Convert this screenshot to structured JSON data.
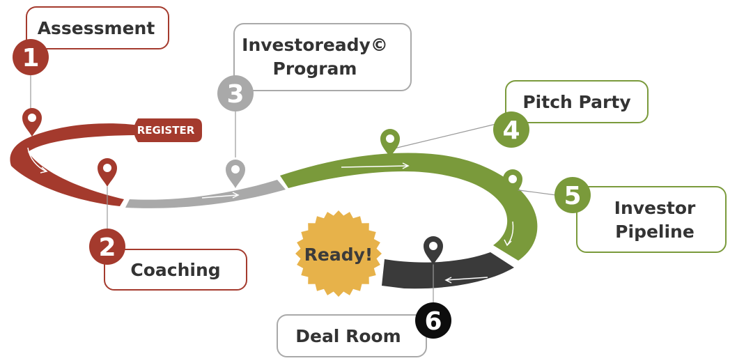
{
  "colors": {
    "red": "#a43a2d",
    "gray": "#a9a9a9",
    "green": "#7a9a3b",
    "dark": "#3a3a3a",
    "black": "#0d0d0d",
    "gold": "#e7b24a"
  },
  "register_label": "REGISTER",
  "ready_label": "Ready!",
  "steps": [
    {
      "number": "1",
      "title_lines": [
        "Assessment"
      ]
    },
    {
      "number": "2",
      "title_lines": [
        "Coaching"
      ]
    },
    {
      "number": "3",
      "title_lines": [
        "Investoready©",
        "Program"
      ]
    },
    {
      "number": "4",
      "title_lines": [
        "Pitch Party"
      ]
    },
    {
      "number": "5",
      "title_lines": [
        "Investor",
        "Pipeline"
      ]
    },
    {
      "number": "6",
      "title_lines": [
        "Deal Room"
      ]
    }
  ]
}
